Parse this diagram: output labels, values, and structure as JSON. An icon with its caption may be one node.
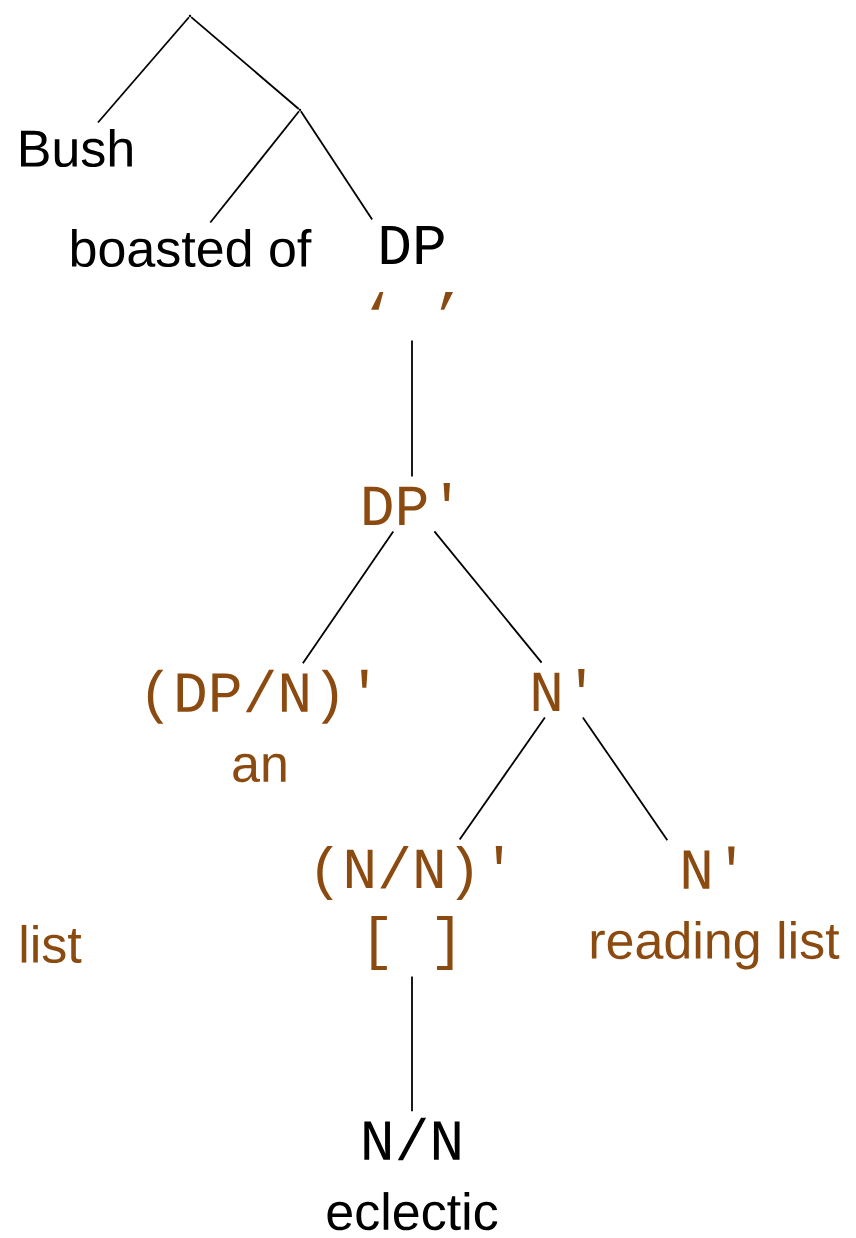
{
  "diagram": {
    "nodes": [
      {
        "text": [],
        "shape": "point"
      },
      {
        "text": [
          "Bush"
        ]
      },
      {
        "text": [],
        "shape": "point"
      },
      {
        "text": [
          "boasted of"
        ]
      },
      {
        "text": [
          "DP",
          "‘ ’"
        ]
      },
      {
        "text": [
          "DP′"
        ]
      },
      {
        "text": [
          "(DP/N)′",
          "an"
        ]
      },
      {
        "text": [
          "N′"
        ]
      },
      {
        "text": [
          "(N/N)′",
          "[ ]"
        ]
      },
      {
        "text": [
          "N′",
          "reading list"
        ]
      },
      {
        "text": [
          "N/N",
          "eclectic"
        ]
      }
    ],
    "edges": [
      {
        "from": 0,
        "to": 1,
        "arrow": "none"
      },
      {
        "from": 0,
        "to": 2,
        "arrow": "none"
      },
      {
        "from": 2,
        "to": 3,
        "arrow": "none"
      },
      {
        "from": 2,
        "to": 4,
        "arrow": "none"
      },
      {
        "from": 4,
        "to": 5,
        "arrow": "none"
      },
      {
        "from": 5,
        "to": 6,
        "arrow": "none"
      },
      {
        "from": 5,
        "to": 7,
        "arrow": "none"
      },
      {
        "from": 7,
        "to": 8,
        "arrow": "none"
      },
      {
        "from": 7,
        "to": 9,
        "arrow": "none"
      },
      {
        "from": 8,
        "to": 10,
        "arrow": "none"
      }
    ],
    "labels": [
      "list"
    ]
  }
}
